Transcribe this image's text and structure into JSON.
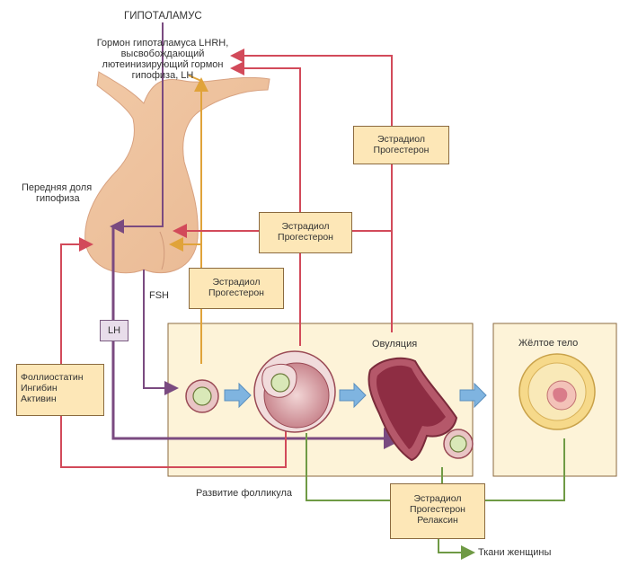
{
  "title": "ГИПОТАЛАМУС",
  "lhrh_label": [
    "Гормон гипоталамуса LHRH,",
    "высвобождающий",
    "лютеинизирующий гормон",
    "гипофиза, LH"
  ],
  "pituitary_label": [
    "Передняя доля",
    "гипофиза"
  ],
  "fsh_label": "FSH",
  "lh_label": "LH",
  "box_top_right": [
    "Эстрадиол",
    "Прогестерон"
  ],
  "box_middle": [
    "Эстрадиол",
    "Прогестерон"
  ],
  "box_left": [
    "Эстрадиол",
    "Прогестерон"
  ],
  "box_follistatin": [
    "Фоллиостатин",
    "Ингибин",
    "Активин"
  ],
  "box_bottom": [
    "Эстрадиол",
    "Прогестерон",
    "Релаксин"
  ],
  "ovulation_label": "Овуляция",
  "corpus_luteum_label": "Жёлтое тело",
  "follicle_development_label": "Развитие фолликула",
  "tissues_label": "Ткани женщины",
  "colors": {
    "estrogen_arrow": "#d24a5a",
    "fsh_arrow": "#e0a33a",
    "lh_arrow": "#7a4a80",
    "green_line": "#6f9a45",
    "box_fill": "#fde7b7",
    "panel_fill": "#fdf3d8",
    "pituitary": "#f3c9ad",
    "flow_arrow": "#6aa5d8"
  }
}
